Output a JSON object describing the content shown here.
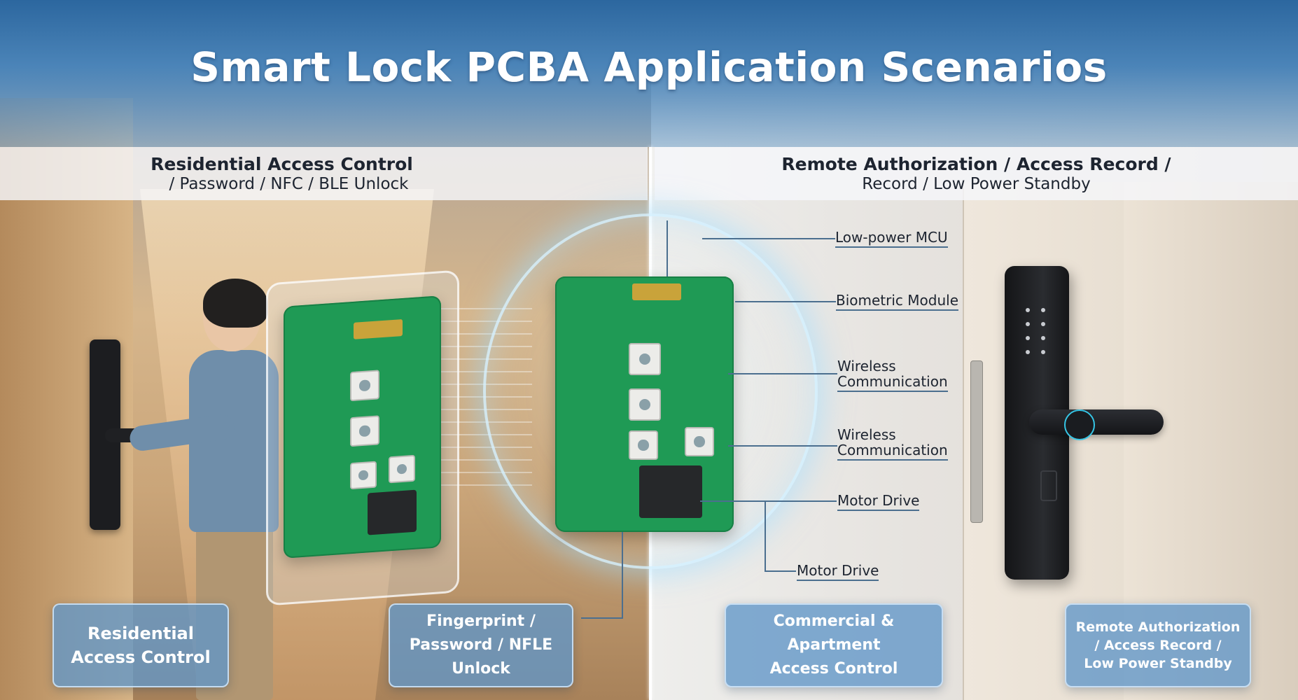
{
  "title": "Smart Lock PCBA Application Scenarios",
  "left_band": {
    "line1": "Residential Access Control",
    "line2": "/ Password / NFC / BLE Unlock"
  },
  "right_band": {
    "line1": "Remote Authorization / Access Record /",
    "line2": "Record / Low Power Standby"
  },
  "callouts": [
    "Low-power MCU",
    "Biometric Module",
    "Wireless\nCommunication",
    "Wireless\nCommunication",
    "Motor Drive",
    "Motor Drive"
  ],
  "boxes": {
    "box1": [
      "Residential",
      "Access Control"
    ],
    "box2": [
      "Fingerprint /",
      "Password / NFLE Unlock"
    ],
    "box3": [
      "Commercial & Apartment",
      "Access Control"
    ],
    "box4": [
      "Remote Authorization",
      "/ Access Record /",
      "Low Power Standby"
    ]
  }
}
